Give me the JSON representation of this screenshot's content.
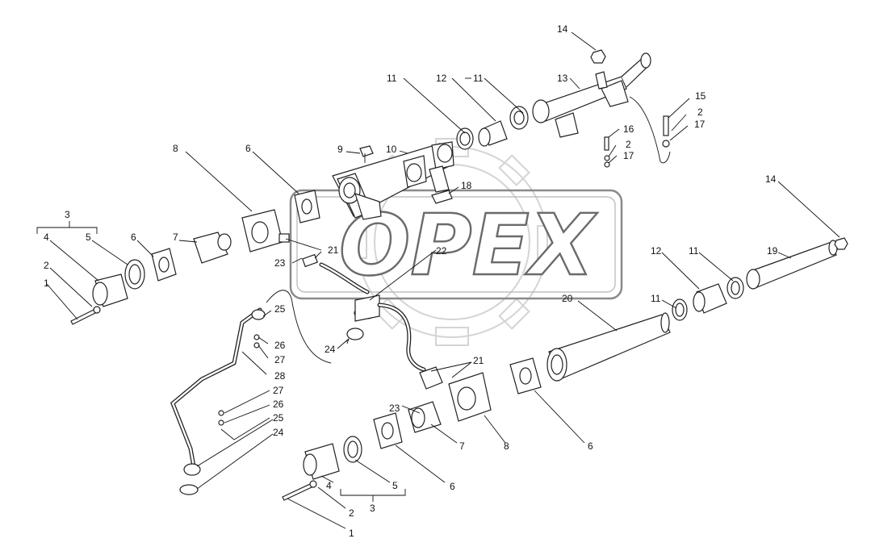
{
  "watermark": {
    "text": "OPEX"
  },
  "callouts": [
    {
      "id": "c14a",
      "text": "14"
    },
    {
      "id": "c12a",
      "text": "12"
    },
    {
      "id": "c11a",
      "text": "11"
    },
    {
      "id": "c11b",
      "text": "11"
    },
    {
      "id": "c13",
      "text": "13"
    },
    {
      "id": "c15",
      "text": "15"
    },
    {
      "id": "c2a",
      "text": "2"
    },
    {
      "id": "c17a",
      "text": "17"
    },
    {
      "id": "c16",
      "text": "16"
    },
    {
      "id": "c2b",
      "text": "2"
    },
    {
      "id": "c17b",
      "text": "17"
    },
    {
      "id": "c9",
      "text": "9"
    },
    {
      "id": "c10",
      "text": "10"
    },
    {
      "id": "c18",
      "text": "18"
    },
    {
      "id": "c8a",
      "text": "8"
    },
    {
      "id": "c6a",
      "text": "6"
    },
    {
      "id": "c14b",
      "text": "14"
    },
    {
      "id": "c3a",
      "text": "3"
    },
    {
      "id": "c4a",
      "text": "4"
    },
    {
      "id": "c5a",
      "text": "5"
    },
    {
      "id": "c6b",
      "text": "6"
    },
    {
      "id": "c7a",
      "text": "7"
    },
    {
      "id": "c21a",
      "text": "21"
    },
    {
      "id": "c23a",
      "text": "23"
    },
    {
      "id": "c22",
      "text": "22"
    },
    {
      "id": "c2c",
      "text": "2"
    },
    {
      "id": "c1a",
      "text": "1"
    },
    {
      "id": "c12b",
      "text": "12"
    },
    {
      "id": "c11c",
      "text": "11"
    },
    {
      "id": "c19",
      "text": "19"
    },
    {
      "id": "c20",
      "text": "20"
    },
    {
      "id": "c11d",
      "text": "11"
    },
    {
      "id": "c25a",
      "text": "25"
    },
    {
      "id": "c26a",
      "text": "26"
    },
    {
      "id": "c27a",
      "text": "27"
    },
    {
      "id": "c28",
      "text": "28"
    },
    {
      "id": "c24a",
      "text": "24"
    },
    {
      "id": "c21b",
      "text": "21"
    },
    {
      "id": "c23b",
      "text": "23"
    },
    {
      "id": "c27b",
      "text": "27"
    },
    {
      "id": "c26b",
      "text": "26"
    },
    {
      "id": "c25b",
      "text": "25"
    },
    {
      "id": "c24b",
      "text": "24"
    },
    {
      "id": "c7b",
      "text": "7"
    },
    {
      "id": "c8b",
      "text": "8"
    },
    {
      "id": "c6c",
      "text": "6"
    },
    {
      "id": "c6d",
      "text": "6"
    },
    {
      "id": "c4b",
      "text": "4"
    },
    {
      "id": "c5b",
      "text": "5"
    },
    {
      "id": "c3b",
      "text": "3"
    },
    {
      "id": "c2d",
      "text": "2"
    },
    {
      "id": "c1b",
      "text": "1"
    }
  ]
}
